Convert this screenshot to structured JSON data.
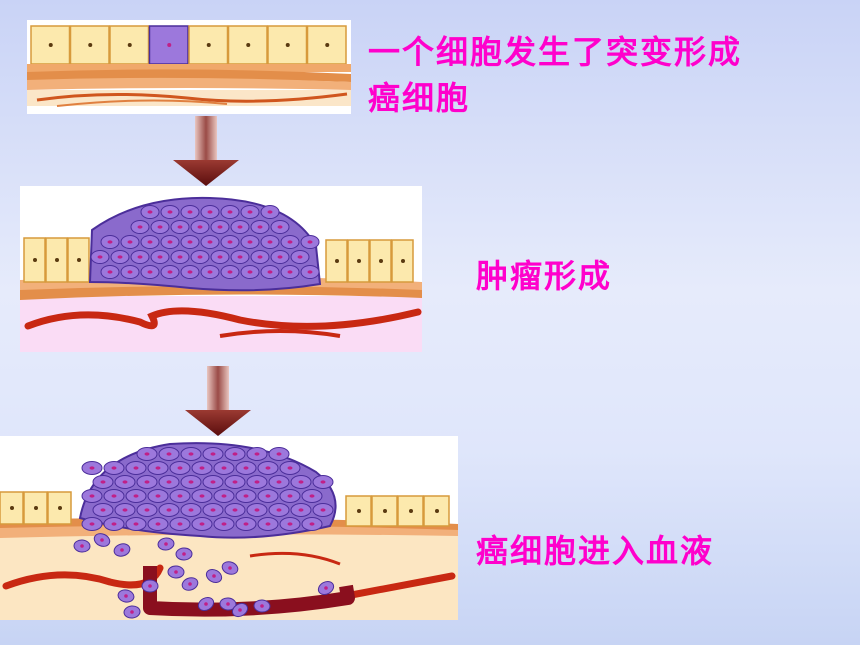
{
  "stages": [
    {
      "caption_lines": [
        "一个细胞发生了突变形成",
        "癌细胞"
      ]
    },
    {
      "caption_lines": [
        "肿瘤形成"
      ]
    },
    {
      "caption_lines": [
        "癌细胞进入血液"
      ]
    }
  ],
  "colors": {
    "caption": "#ff00cc",
    "normal_cell": "#fce9ad",
    "normal_cell_border": "#d79a3c",
    "cancer_cell": "#9c78dc",
    "cancer_cell_border": "#4b2e9a",
    "cancer_nucleus": "#c02088",
    "muscle": "#e79a5a",
    "vessel": "#c82812",
    "vessel_dark": "#8a0f1e",
    "tissue_pink": "#fadcf5",
    "tissue_cream": "#fce6c2",
    "arrow": "#7a1f1c"
  }
}
